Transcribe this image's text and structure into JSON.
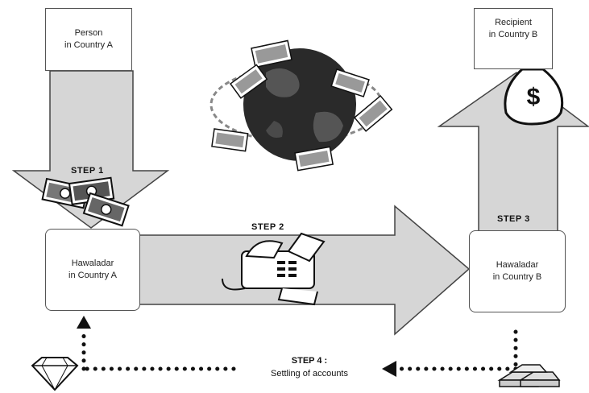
{
  "nodes": {
    "person_a": {
      "line1": "Person",
      "line2": "in Country A"
    },
    "recipient_b": {
      "line1": "Recipient",
      "line2": "in Country B"
    },
    "hawaladar_a": {
      "line1": "Hawaladar",
      "line2": "in Country A"
    },
    "hawaladar_b": {
      "line1": "Hawaladar",
      "line2": "in Country B"
    }
  },
  "steps": {
    "step1": "STEP 1",
    "step2": "STEP 2",
    "step3": "STEP 3",
    "step4": "STEP 4 :",
    "step4_desc": "Settling of accounts"
  },
  "icons": {
    "banknotes": "banknotes-icon",
    "globe": "globe-money-icon",
    "fax": "fax-machine-icon",
    "money_bag": "money-bag-icon",
    "money_bag_symbol": "$",
    "diamond": "diamond-icon",
    "gold": "gold-bars-icon"
  },
  "colors": {
    "arrow_fill": "#d6d6d6",
    "arrow_stroke": "#444444",
    "globe": "#2a2a2a"
  }
}
